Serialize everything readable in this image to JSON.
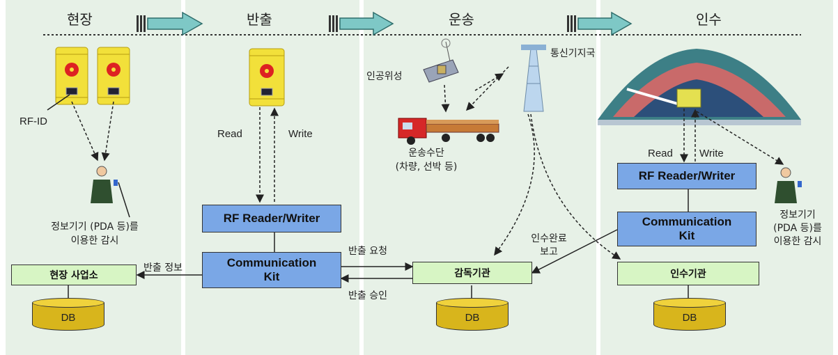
{
  "phases": [
    "현장",
    "반출",
    "운송",
    "인수"
  ],
  "boxes": {
    "site_office": "현장 사업소",
    "rf_rw_1": "RF Reader/Writer",
    "comm_kit_1_l1": "Communication",
    "comm_kit_1_l2": "Kit",
    "supervisor": "감독기관",
    "rf_rw_2": "RF Reader/Writer",
    "comm_kit_2_l1": "Communication",
    "comm_kit_2_l2": "Kit",
    "receiver": "인수기관",
    "db": "DB"
  },
  "labels": {
    "rfid": "RF-ID",
    "pda1_l1": "정보기기 (PDA 등)를",
    "pda1_l2": "이용한 감시",
    "read": "Read",
    "write": "Write",
    "read2": "Read",
    "write2": "Write",
    "satellite": "인공위성",
    "station": "통신기지국",
    "vehicle_l1": "운송수단",
    "vehicle_l2": "(차량, 선박 등)",
    "export_info": "반출 정보",
    "export_request": "반출 요청",
    "export_approve": "반출 승인",
    "done_l1": "인수완료",
    "done_l2": "보고",
    "pda2_l1": "정보기기",
    "pda2_l2": "(PDA 등)를",
    "pda2_l3": "이용한 감시"
  },
  "colors": {
    "lane_bg": "#e7f1e7",
    "blue_box": "#7aa7e6",
    "green_box": "#d7f5c4",
    "db_fill": "#d8b51c",
    "arrow_fill": "#7ec8c6",
    "barrel": "#f2e03a"
  },
  "icons": [
    "radiation-barrel-icon",
    "person-pda-icon",
    "satellite-icon",
    "tower-icon",
    "truck-icon",
    "repository-icon"
  ]
}
